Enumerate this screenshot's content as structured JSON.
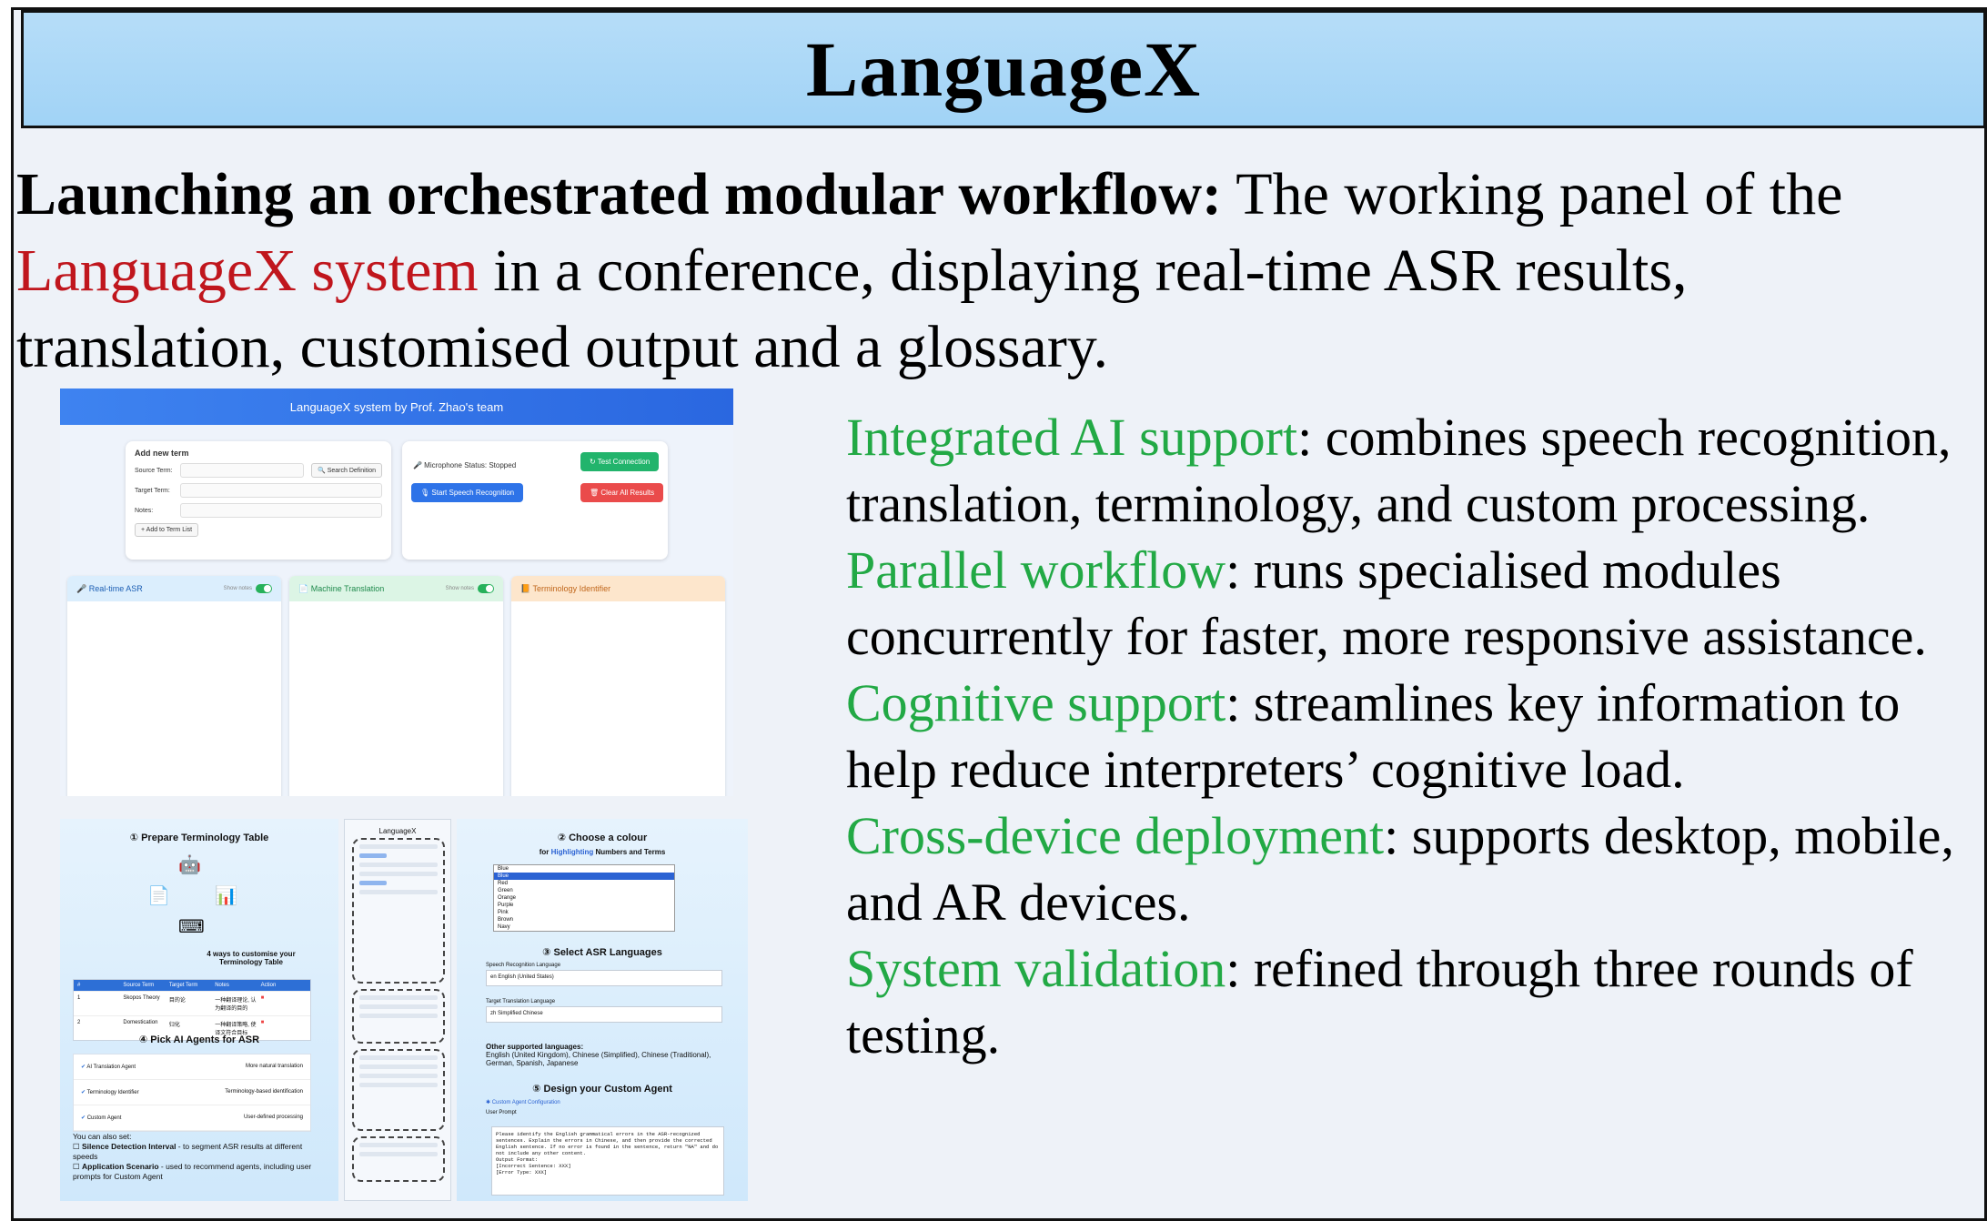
{
  "title": "LanguageX",
  "intro": {
    "bold": "Launching an orchestrated modular workflow:",
    "text1": " The working panel of the ",
    "highlight": "LanguageX system",
    "text2": " in a conference, displaying real-time ASR results, translation, customised output and a glossary."
  },
  "features": [
    {
      "name": "Integrated AI support",
      "desc": ": combines speech recognition, translation, terminology, and custom processing."
    },
    {
      "name": "Parallel workflow",
      "desc": ": runs specialised modules concurrently for faster, more responsive assistance."
    },
    {
      "name": "Cognitive support",
      "desc": ": streamlines key information to help reduce interpreters’ cognitive load."
    },
    {
      "name": "Cross-device deployment",
      "desc": ": supports desktop, mobile, and AR devices."
    },
    {
      "name": "System validation",
      "desc": ": refined through three rounds of testing."
    }
  ],
  "colors": {
    "accent_red": "#c0161d",
    "accent_green": "#22a945",
    "header_blue": "#a1d3f6"
  },
  "shot1": {
    "header": "LanguageX system by Prof. Zhao's team",
    "add_term": "Add new term",
    "source_term": "Source Term:",
    "target_term": "Target Term:",
    "notes": "Notes:",
    "search_def": "🔍 Search Definition",
    "add_to_list": "+ Add to Term List",
    "mic_status": "🎤 Microphone Status: Stopped",
    "test_conn": "↻ Test Connection",
    "start_sr": "🎙 Start Speech Recognition",
    "clear_all": "🗑 Clear All Results",
    "col_asr": "🎤 Real-time ASR",
    "col_mt": "📄 Machine Translation",
    "col_term": "📙 Terminology Identifier",
    "show_notes": "Show notes"
  },
  "shot2": {
    "step1": "① Prepare Terminology Table",
    "four_ways": "4 ways to customise your Terminology Table",
    "tbl_headers": [
      "#",
      "Source Term",
      "Target Term",
      "Notes",
      "Action"
    ],
    "tbl_rows": [
      [
        "1",
        "Skopos Theory",
        "目的论",
        "一种翻译理论, 认为翻译的目的"
      ],
      [
        "2",
        "Domestication",
        "归化",
        "一种翻译策略, 使译文符合目标"
      ]
    ],
    "step4": "④ Pick AI Agents for ASR",
    "agents": [
      {
        "name": "AI Translation Agent",
        "desc": "More natural translation"
      },
      {
        "name": "Terminology Identifier",
        "desc": "Terminology-based identification"
      },
      {
        "name": "Custom Agent",
        "desc": "User-defined processing"
      }
    ],
    "also_set": "You can also set:",
    "silence_bold": "Silence Detection Interval",
    "silence_text": " - to segment ASR results at different speeds",
    "scenario_bold": "Application Scenario",
    "scenario_text": " - used to recommend agents, including user prompts for Custom Agent",
    "mid_title": "LanguageX",
    "step2": "② Choose a colour",
    "step2_sub_a": "for ",
    "step2_sub_hl": "Highlighting",
    "step2_sub_b": " Numbers and Terms",
    "colour_options": [
      "Blue",
      "Red",
      "Green",
      "Orange",
      "Purple",
      "Pink",
      "Brown",
      "Navy"
    ],
    "colour_selected": "Blue",
    "step3": "③ Select ASR Languages",
    "sr_lang_label": "Speech Recognition Language",
    "sr_lang_value": "en English (United States)",
    "tt_lang_label": "Target Translation Language",
    "tt_lang_value": "zh Simplified Chinese",
    "other_lang_title": "Other supported languages:",
    "other_lang_list": "English (United Kingdom), Chinese (Simplified), Chinese (Traditional), German, Spanish, Japanese",
    "step5": "⑤ Design your Custom Agent",
    "custom_config": "✱ Custom Agent Configuration",
    "user_prompt": "User Prompt",
    "prompt_text": "Please identify the English grammatical errors in the ASR-recognized sentences. Explain the errors in Chinese, and then provide the corrected English sentence. If no error is found in the sentence, return \"NA\" and do not include any other content.",
    "output_format": "Output Format:",
    "incorrect": "[Incorrect Sentence: XXX]",
    "error_type": "[Error Type: XXX]"
  }
}
